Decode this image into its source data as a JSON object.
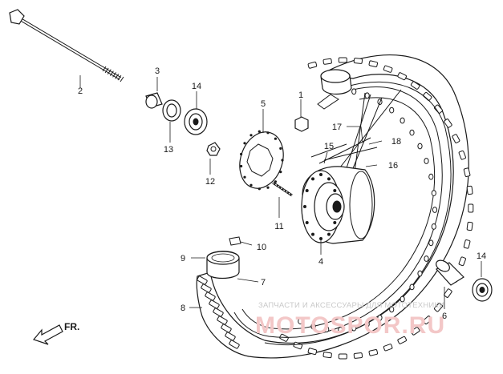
{
  "parts": [
    {
      "id": "1",
      "label": "1"
    },
    {
      "id": "2",
      "label": "2"
    },
    {
      "id": "3",
      "label": "3"
    },
    {
      "id": "4",
      "label": "4"
    },
    {
      "id": "5",
      "label": "5"
    },
    {
      "id": "6",
      "label": "6"
    },
    {
      "id": "7",
      "label": "7"
    },
    {
      "id": "8",
      "label": "8"
    },
    {
      "id": "9",
      "label": "9"
    },
    {
      "id": "10",
      "label": "10"
    },
    {
      "id": "11",
      "label": "11"
    },
    {
      "id": "12",
      "label": "12"
    },
    {
      "id": "13",
      "label": "13"
    },
    {
      "id": "14a",
      "label": "14"
    },
    {
      "id": "14b",
      "label": "14"
    },
    {
      "id": "15",
      "label": "15"
    },
    {
      "id": "16",
      "label": "16"
    },
    {
      "id": "17",
      "label": "17"
    },
    {
      "id": "18",
      "label": "18"
    }
  ],
  "direction_label": "FR.",
  "watermark": {
    "tagline": "ЗАПЧАСТИ И АКСЕССУАРЫ ДЛЯ МОТОТЕХНИКИ",
    "brand": "MOTOSPOR.RU"
  }
}
